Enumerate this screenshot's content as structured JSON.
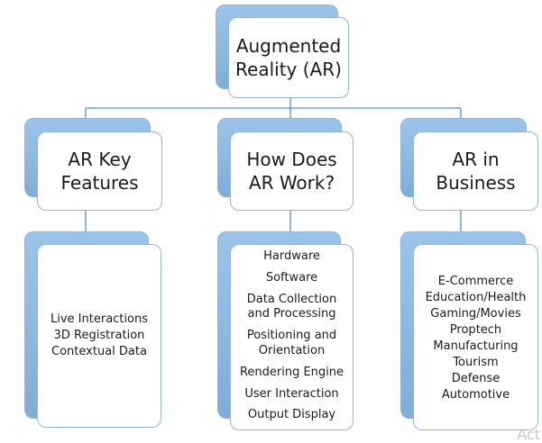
{
  "root": {
    "title": "Augmented Reality (AR)"
  },
  "branches": [
    {
      "title": "AR Key Features",
      "items": [
        "Live Interactions",
        "3D Registration",
        "Contextual Data"
      ]
    },
    {
      "title": "How Does AR Work?",
      "items": [
        "Hardware",
        "Software",
        "Data Collection and Processing",
        "Positioning and Orientation",
        "Rendering Engine",
        "User Interaction",
        "Output Display"
      ]
    },
    {
      "title": "AR in Business",
      "items": [
        "E-Commerce",
        "Education/Health",
        "Gaming/Movies",
        "Proptech",
        "Manufacturing",
        "Tourism",
        "Defense",
        "Automotive"
      ]
    }
  ],
  "watermark": "Act",
  "colors": {
    "connector": "#5b8fc7",
    "box_border": "#8fb5dd",
    "shadow": "#8fb8e2"
  }
}
